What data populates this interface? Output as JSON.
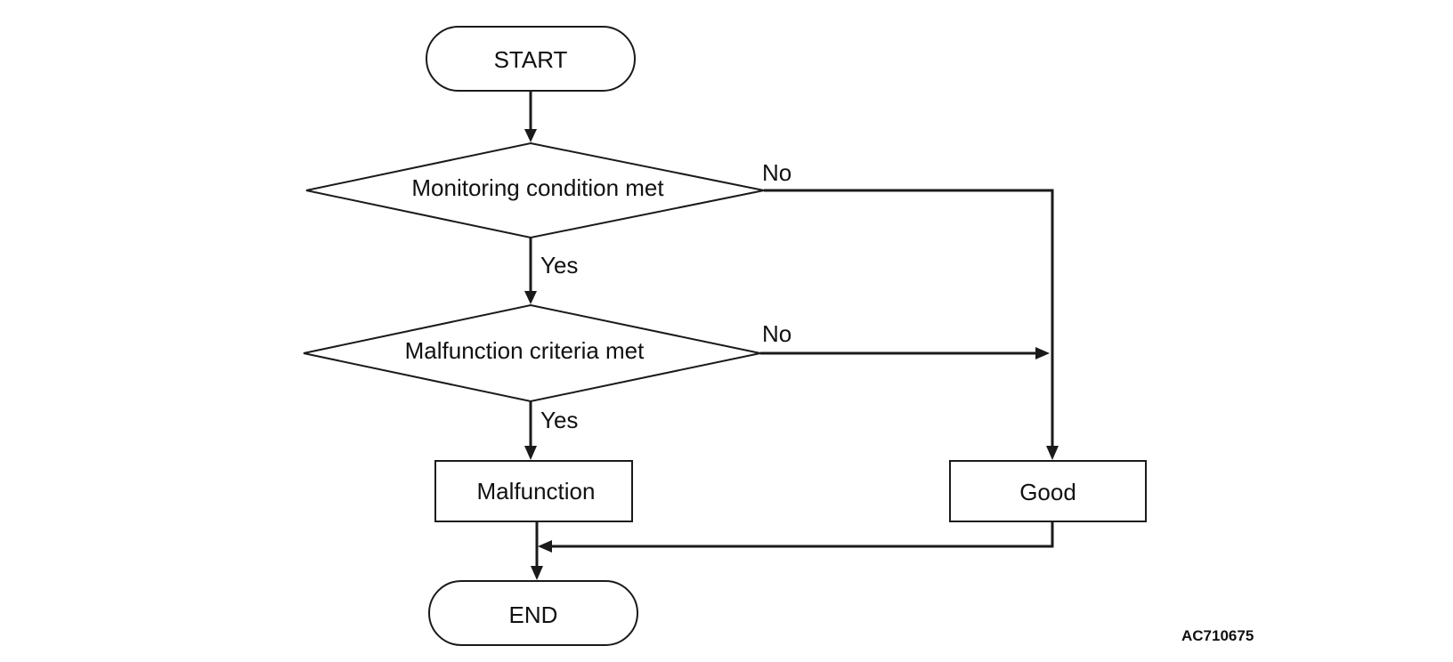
{
  "nodes": {
    "start": "START",
    "decision_monitoring": "Monitoring condition met",
    "decision_malfunction": "Malfunction criteria met",
    "malfunction": "Malfunction",
    "good": "Good",
    "end": "END"
  },
  "edges": {
    "monitoring_no": "No",
    "monitoring_yes": "Yes",
    "malfunction_no": "No",
    "malfunction_yes": "Yes"
  },
  "figure_code": "AC710675"
}
